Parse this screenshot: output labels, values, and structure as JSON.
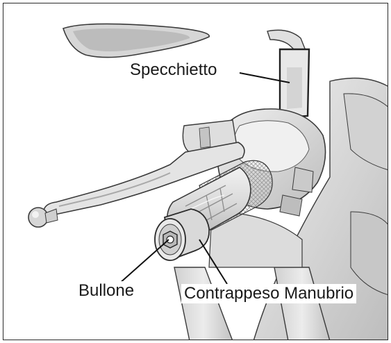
{
  "figure": {
    "labels": {
      "mirror": "Specchietto",
      "bolt": "Bullone",
      "bar_end_weight": "Contrappeso Manubrio"
    },
    "colors": {
      "frame": "#2a2a2a",
      "part_light": "#e6e6e6",
      "part_mid": "#cfcfcf",
      "part_dark": "#a9a9a9",
      "outline": "#3a3a3a",
      "leader": "#111111"
    }
  }
}
